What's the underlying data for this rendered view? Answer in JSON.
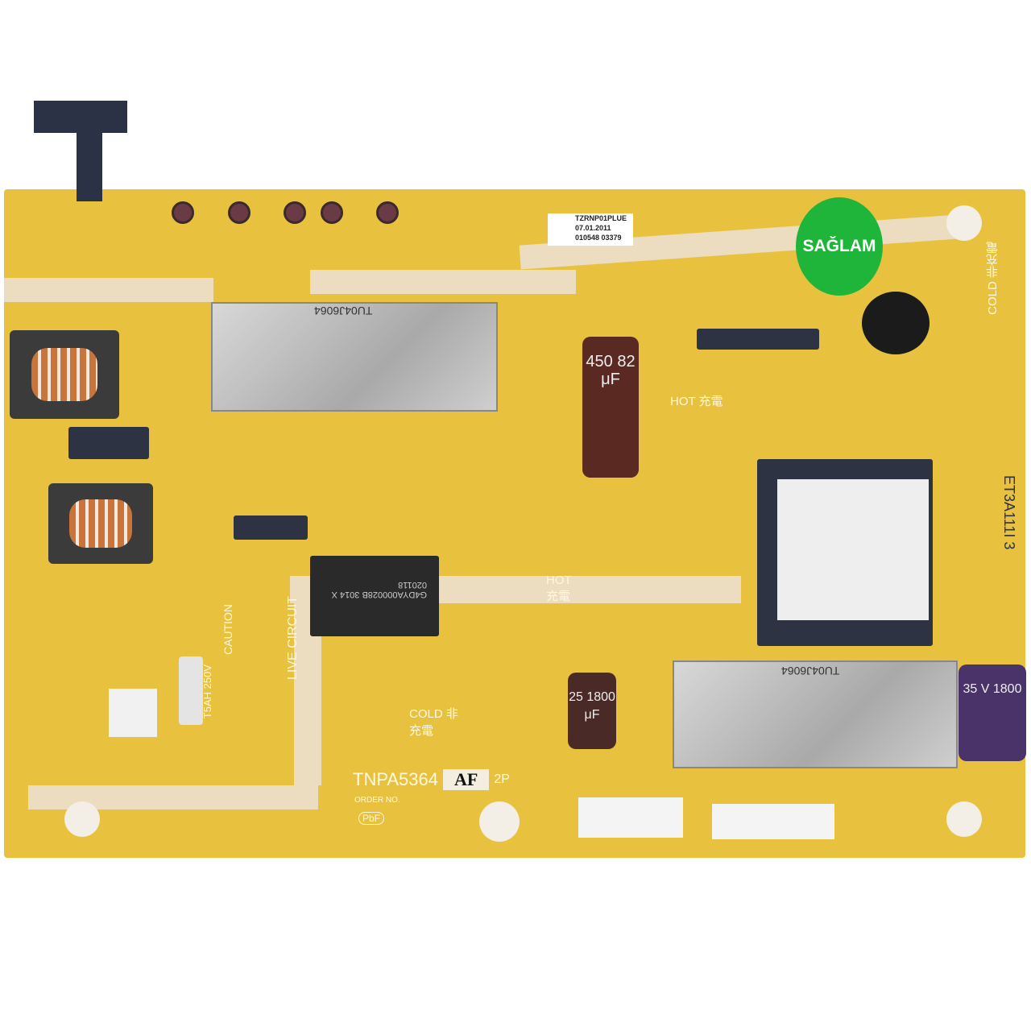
{
  "sticker": {
    "text": "SAĞLAM",
    "color": "#1fb43a"
  },
  "label": {
    "part": "TZRNP01PLUE",
    "date": "07.01.2011",
    "serial": "010548 03379"
  },
  "board": {
    "model": "TNPA5364",
    "suffix": "AF",
    "rev": "2P",
    "order_no": "ORDER NO.",
    "pbf": "PbF",
    "side_code": "ET3A111I 3",
    "color": "#e8c23e"
  },
  "silkscreen": {
    "hot_1": "HOT 充電",
    "hot_2": "HOT 充電",
    "cold_top": "COLD 非充電",
    "cold_bottom": "COLD 非充電",
    "live_circuit": "LIVE CIRCUIT",
    "caution": "CAUTION",
    "fuse_rating": "T5AH 250V",
    "transformer_1": "TU04J6064",
    "transformer_2": "TU04J6064",
    "chip_code": "G4DYA000028B 3014 X 020118"
  },
  "capacitors": [
    {
      "text": "450 82 μF"
    },
    {
      "text": "25 1800 μF"
    },
    {
      "text": "35 V 1800"
    }
  ]
}
